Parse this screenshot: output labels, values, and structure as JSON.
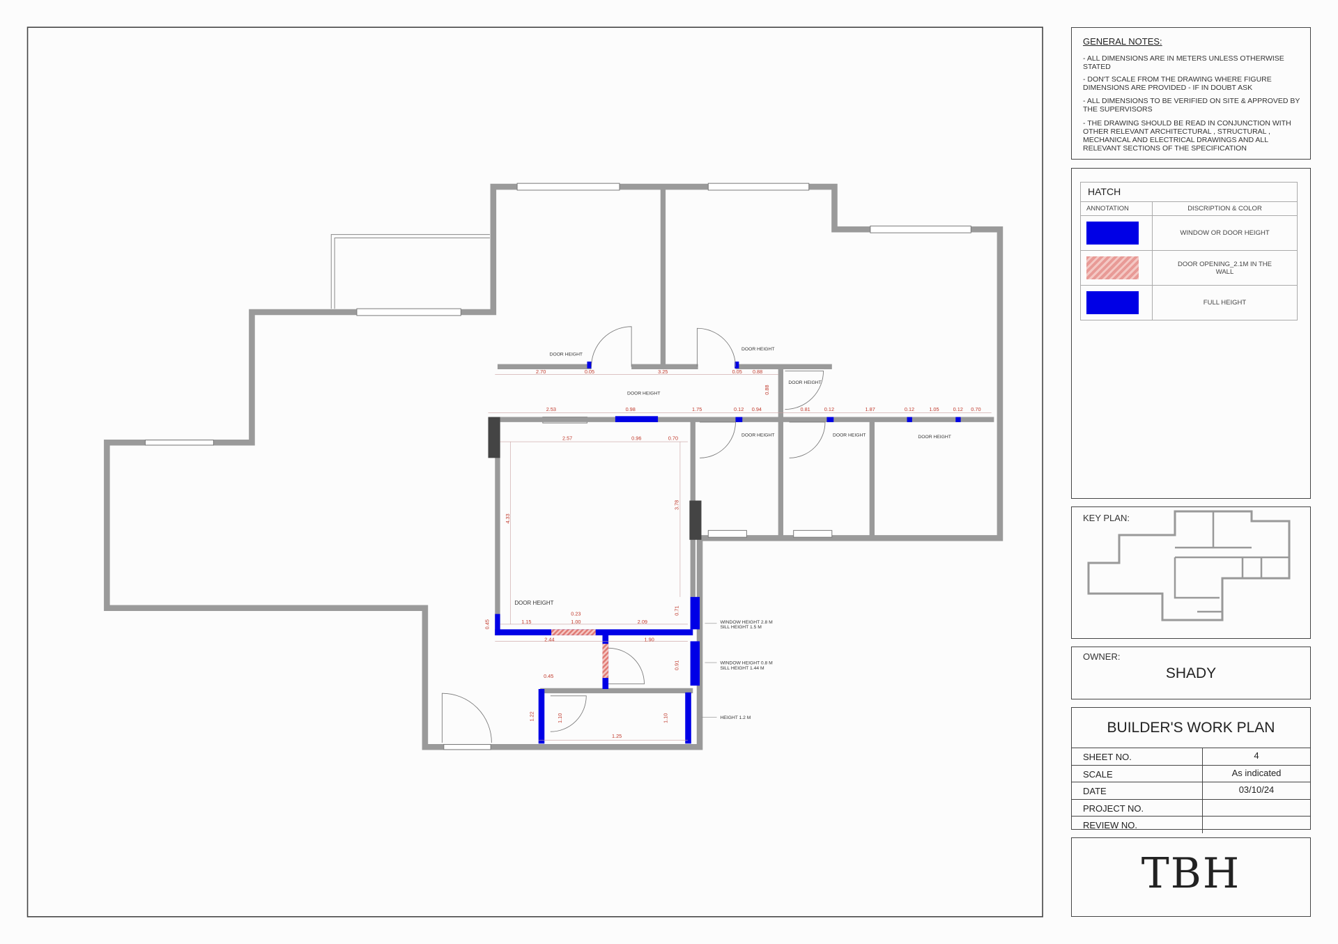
{
  "general_notes": {
    "title": "GENERAL NOTES:",
    "items": [
      "- ALL DIMENSIONS ARE IN METERS UNLESS OTHERWISE STATED",
      "- DON'T SCALE FROM THE DRAWING WHERE FIGURE DIMENSIONS ARE PROVIDED -  IF IN DOUBT ASK",
      "- ALL DIMENSIONS TO BE VERIFIED ON SITE & APPROVED BY THE SUPERVISORS",
      "- THE DRAWING SHOULD BE READ IN CONJUNCTION WITH OTHER RELEVANT ARCHITECTURAL , STRUCTURAL , MECHANICAL AND ELECTRICAL DRAWINGS AND ALL RELEVANT SECTIONS OF THE SPECIFICATION"
    ]
  },
  "hatch": {
    "title": "HATCH",
    "col_annotation": "ANNOTATION",
    "col_description": "DISCRIPTION & COLOR",
    "rows": [
      {
        "description": "WINDOW OR DOOR HEIGHT",
        "color": "#0000e6"
      },
      {
        "description": "DOOR OPENING_2.1M IN THE WALL",
        "color": "#e89a96"
      },
      {
        "description": "FULL HEIGHT",
        "color": "#0000e6"
      }
    ]
  },
  "key_plan": {
    "label": "KEY PLAN:"
  },
  "owner": {
    "label": "OWNER:",
    "name": "SHADY"
  },
  "title_block": {
    "title": "BUILDER'S WORK PLAN",
    "rows": [
      {
        "key": "SHEET NO.",
        "value": "4"
      },
      {
        "key": "SCALE",
        "value": "As indicated"
      },
      {
        "key": "DATE",
        "value": "03/10/24"
      },
      {
        "key": "PROJECT NO.",
        "value": ""
      },
      {
        "key": "REVIEW NO.",
        "value": ""
      }
    ]
  },
  "logo": "TBH",
  "plan": {
    "colors": {
      "wall": "#9a9a9a",
      "full_height": "#0000e6",
      "dimension": "#c0392b",
      "door_opening": "#e89a96"
    },
    "dims": [
      "2.70",
      "0.05",
      "3.25",
      "0.05",
      "0.88",
      "0.88",
      "2.53",
      "0.98",
      "1.75",
      "0.12",
      "0.94",
      "0.81",
      "0.12",
      "1.87",
      "0.12",
      "1.05",
      "0.12",
      "0.70",
      "2.57",
      "0.96",
      "0.70",
      "4.33",
      "3.78",
      "1.15",
      "1.00",
      "2.09",
      "2.44",
      "1.90",
      "0.45",
      "0.71",
      "0.91",
      "0.45",
      "1.22",
      "1.10",
      "1.10",
      "1.25",
      "0.23"
    ],
    "door_height": "DOOR HEIGHT",
    "window_notes": [
      {
        "line1": "WINDOW HEIGHT 2.8 M",
        "line2": "SILL HEIGHT 1.5 M"
      },
      {
        "line1": "WINDOW HEIGHT 0.8 M",
        "line2": "SILL HEIGHT 1.44 M"
      },
      {
        "line1": "HEIGHT 1.2 M",
        "line2": ""
      }
    ]
  }
}
